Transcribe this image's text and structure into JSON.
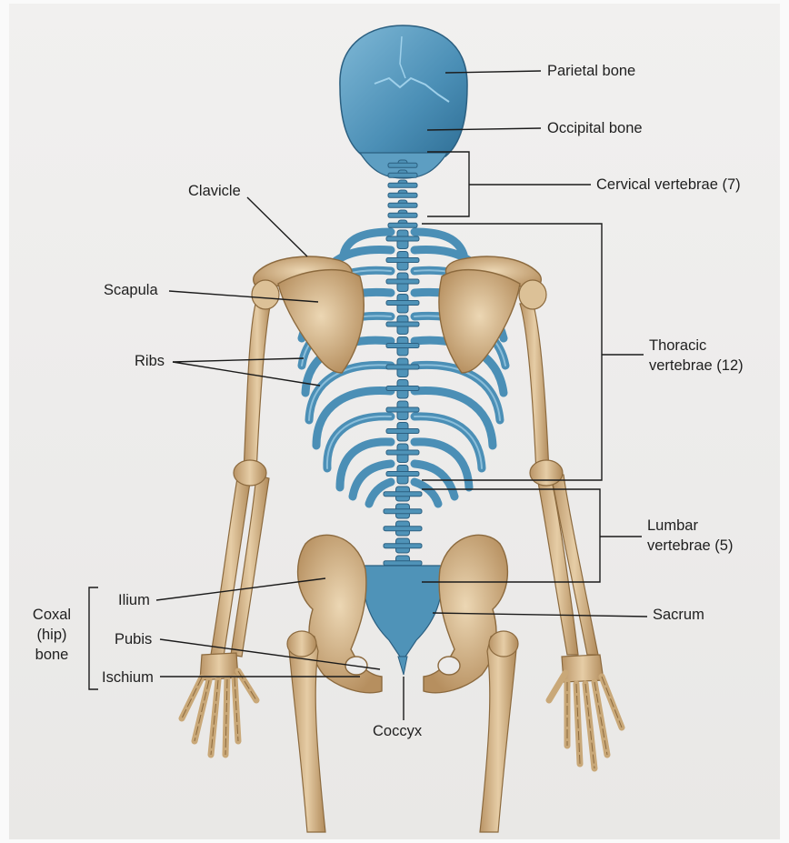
{
  "labels": {
    "parietal": "Parietal bone",
    "occipital": "Occipital bone",
    "cervical": "Cervical vertebrae (7)",
    "clavicle": "Clavicle",
    "scapula": "Scapula",
    "ribs": "Ribs",
    "thoracic_1": "Thoracic",
    "thoracic_2": "vertebrae (12)",
    "lumbar_1": "Lumbar",
    "lumbar_2": "vertebrae (5)",
    "ilium": "Ilium",
    "sacrum": "Sacrum",
    "coxal_1": "Coxal",
    "coxal_2": "(hip)",
    "coxal_3": "bone",
    "pubis": "Pubis",
    "ischium": "Ischium",
    "coccyx": "Coccyx"
  },
  "colors": {
    "axial": "#4f93b8",
    "axial_dark": "#2d6d93",
    "appendicular": "#d8b98c",
    "appendicular_dark": "#9c7a4c"
  }
}
